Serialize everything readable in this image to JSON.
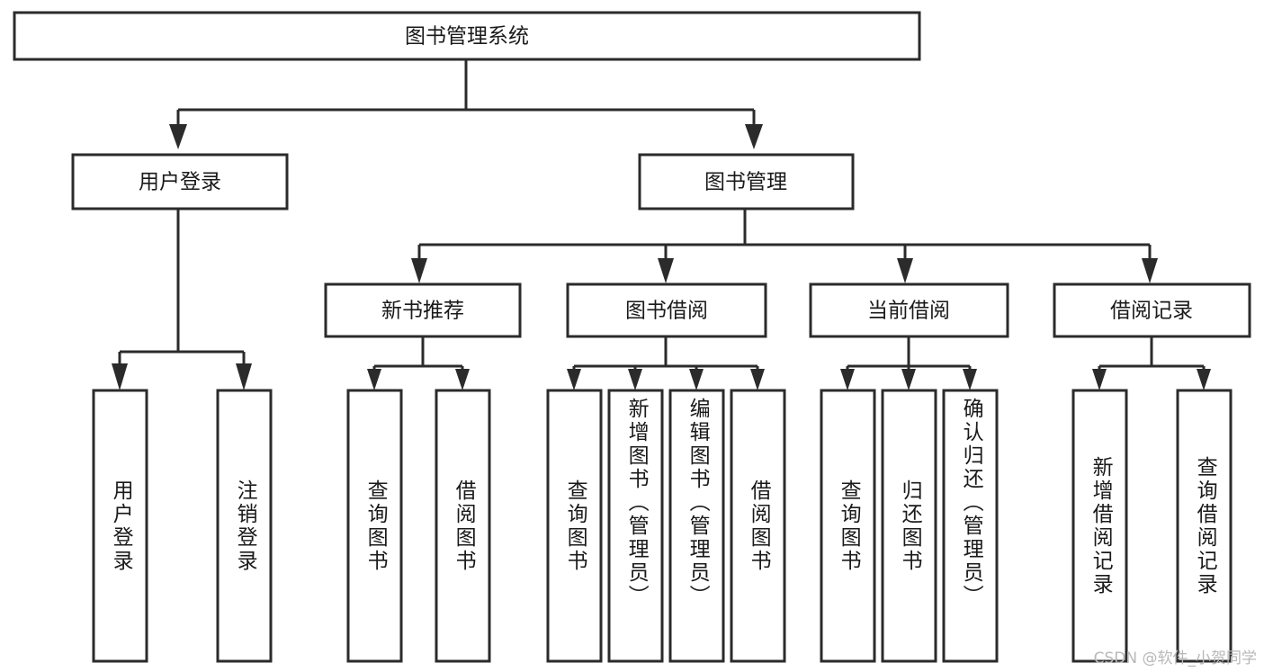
{
  "diagram": {
    "type": "tree-hierarchy",
    "title": "图书管理系统",
    "watermark": "CSDN @软件_小贺同学",
    "colors": {
      "background": "#ffffff",
      "stroke": "#2b2b2b",
      "text": "#1a1a1a",
      "watermark": "#b8b8b8"
    },
    "root": {
      "label": "图书管理系统"
    },
    "level2": [
      {
        "label": "用户登录"
      },
      {
        "label": "图书管理"
      }
    ],
    "level3": [
      {
        "label": "新书推荐"
      },
      {
        "label": "图书借阅"
      },
      {
        "label": "当前借阅"
      },
      {
        "label": "借阅记录"
      }
    ],
    "leaves": {
      "user_login": [
        {
          "label": "用户登录"
        },
        {
          "label": "注销登录"
        }
      ],
      "new_book_recommend": [
        {
          "label": "查询图书"
        },
        {
          "label": "借阅图书"
        }
      ],
      "book_borrow": [
        {
          "label": "查询图书"
        },
        {
          "label": "新增图书（管理员）"
        },
        {
          "label": "编辑图书（管理员）"
        },
        {
          "label": "借阅图书"
        }
      ],
      "current_borrow": [
        {
          "label": "查询图书"
        },
        {
          "label": "归还图书"
        },
        {
          "label": "确认归还（管理员）"
        }
      ],
      "borrow_record": [
        {
          "label": "新增借阅记录"
        },
        {
          "label": "查询借阅记录"
        }
      ]
    }
  }
}
